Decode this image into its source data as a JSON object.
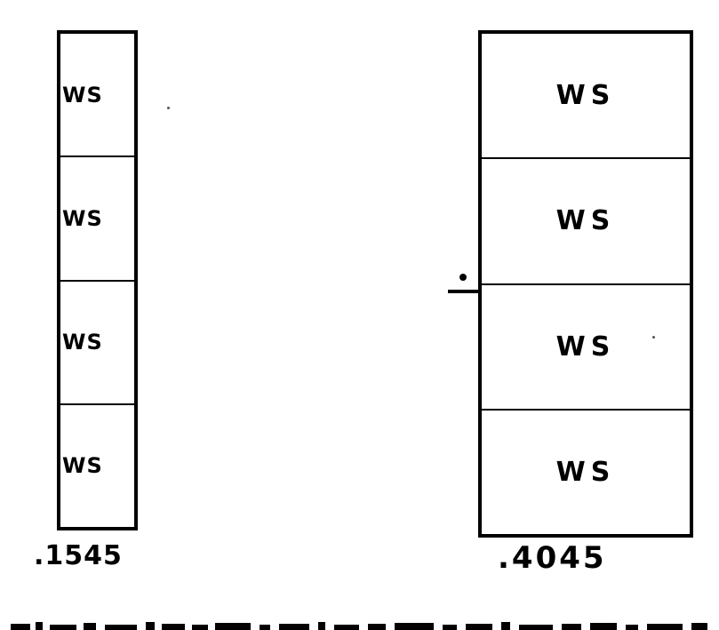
{
  "left_stack": {
    "cells": [
      "WS",
      "WS",
      "WS",
      "WS"
    ],
    "value": ".1545"
  },
  "right_stack": {
    "cells": [
      "WS",
      "WS",
      "WS",
      "WS"
    ],
    "value": ".4045"
  },
  "marks": {
    "divide_icon": "divide-sign-icon"
  }
}
